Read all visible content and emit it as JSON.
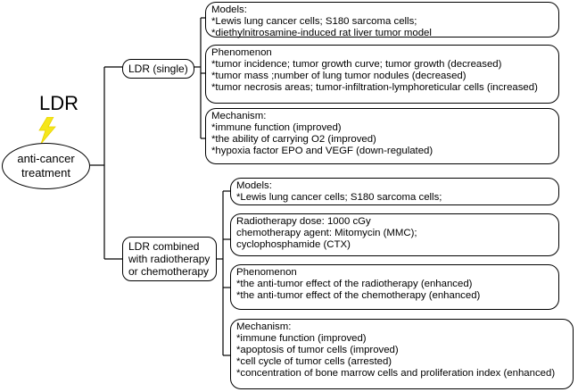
{
  "root": {
    "title": "LDR",
    "label_line1": "anti-cancer",
    "label_line2": "treatment",
    "icon": "lightning-bolt-icon",
    "icon_color": "#f5e61a"
  },
  "branch_single": {
    "label": "LDR (single)",
    "boxes": [
      {
        "heading": "Models:",
        "lines": [
          "*Lewis lung cancer cells; S180 sarcoma cells;",
          "*diethylnitrosamine-induced rat liver tumor model"
        ]
      },
      {
        "heading": "Phenomenon",
        "lines": [
          "*tumor incidence; tumor growth curve; tumor growth (decreased)",
          "*tumor mass ;number of lung tumor nodules  (decreased)",
          "*tumor necrosis areas; tumor-infiltration-lymphoreticular cells (increased)"
        ]
      },
      {
        "heading": "Mechanism:",
        "lines": [
          "*immune function (improved)",
          "*the ability of carrying O2 (improved)",
          "*hypoxia factor EPO and VEGF (down-regulated)"
        ]
      }
    ]
  },
  "branch_combined": {
    "label_line1": "LDR combined",
    "label_line2": "with radiotherapy",
    "label_line3": "or chemotherapy",
    "boxes": [
      {
        "heading": "Models:",
        "lines": [
          "*Lewis lung cancer cells; S180 sarcoma cells;"
        ]
      },
      {
        "heading": "Radiotherapy dose: 1000 cGy",
        "lines": [
          "chemotherapy agent: Mitomycin (MMC);",
          "cyclophosphamide (CTX)"
        ]
      },
      {
        "heading": "Phenomenon",
        "lines": [
          "*the anti-tumor effect of the radiotherapy (enhanced)",
          "*the anti-tumor effect of the chemotherapy (enhanced)"
        ]
      },
      {
        "heading": "Mechanism:",
        "lines": [
          "*immune function (improved)",
          "*apoptosis of tumor cells (improved)",
          "*cell cycle of tumor cells (arrested)",
          "*concentration of bone marrow cells and proliferation index (enhanced)"
        ]
      }
    ]
  }
}
